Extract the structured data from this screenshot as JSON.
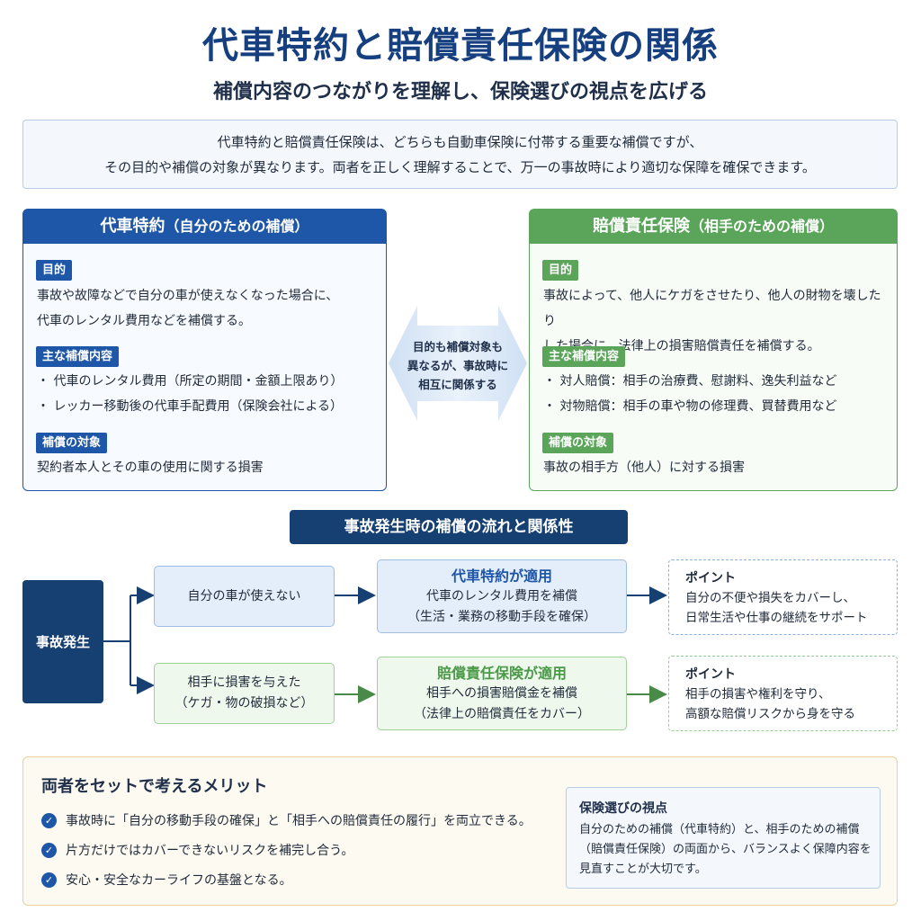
{
  "header": {
    "title": "代車特約と賠償責任保険の関係",
    "subtitle": "補償内容のつながりを理解し、保険選びの視点を広げる"
  },
  "intro": {
    "line1": "代車特約と賠償責任保険は、どちらも自動車保険に付帯する重要な補償ですが、",
    "line2": "その目的や補償の対象が異なります。両者を正しく理解することで、万一の事故時により適切な保障を確保できます。"
  },
  "left_card": {
    "title": "代車特約",
    "title_note": "（自分のための補償）",
    "purpose_label": "目的",
    "purpose_line1": "事故や故障などで自分の車が使えなくなった場合に、",
    "purpose_line2": "代車のレンタル費用などを補償する。",
    "coverage_label": "主な補償内容",
    "coverage_items": [
      "・ 代車のレンタル費用（所定の期間・金額上限あり）",
      "・ レッカー移動後の代車手配費用（保険会社による）"
    ],
    "target_label": "補償の対象",
    "target_text": "契約者本人とその車の使用に関する損害"
  },
  "right_card": {
    "title": "賠償責任保険",
    "title_note": "（相手のための補償）",
    "purpose_label": "目的",
    "purpose_line1": "事故によって、他人にケガをさせたり、他人の財物を壊したり",
    "purpose_line2": "した場合に、法律上の損害賠償責任を補償する。",
    "coverage_label": "主な補償内容",
    "coverage_items": [
      "・ 対人賠償：相手の治療費、慰謝料、逸失利益など",
      "・ 対物賠償：相手の車や物の修理費、買替費用など"
    ],
    "target_label": "補償の対象",
    "target_text": "事故の相手方（他人）に対する損害"
  },
  "middle": {
    "line1": "目的も補償対象も",
    "line2": "異なるが、事故時に",
    "line3": "相互に関係する"
  },
  "flow": {
    "title": "事故発生時の補償の流れと関係性",
    "start": "事故発生",
    "top": {
      "cause": "自分の車が使えない",
      "apply_title": "代車特約が適用",
      "apply_line1": "代車のレンタル費用を補償",
      "apply_line2": "（生活・業務の移動手段を確保）",
      "point_title": "ポイント",
      "point_line1": "自分の不便や損失をカバーし、",
      "point_line2": "日常生活や仕事の継続をサポート"
    },
    "bottom": {
      "cause_line1": "相手に損害を与えた",
      "cause_line2": "（ケガ・物の破損など）",
      "apply_title": "賠償責任保険が適用",
      "apply_line1": "相手への損害賠償金を補償",
      "apply_line2": "（法律上の賠償責任をカバー）",
      "point_title": "ポイント",
      "point_line1": "相手の損害や権利を守り、",
      "point_line2": "高額な賠償リスクから身を守る"
    }
  },
  "merit": {
    "title": "両者をセットで考えるメリット",
    "items": [
      "事故時に「自分の移動手段の確保」と「相手への賠償責任の履行」を両立できる。",
      "片方だけではカバーできないリスクを補完し合う。",
      "安心・安全なカーライフの基盤となる。"
    ],
    "view_title": "保険選びの視点",
    "view_line1": "自分のための補償（代車特約）と、相手のための補償",
    "view_line2": "（賠償責任保険）の両面から、バランスよく保障内容を",
    "view_line3": "見直すことが大切です。"
  },
  "colors": {
    "primary_blue": "#1e56a8",
    "navy": "#163f72",
    "green": "#5aa55a",
    "merit_border": "#ead29a"
  }
}
